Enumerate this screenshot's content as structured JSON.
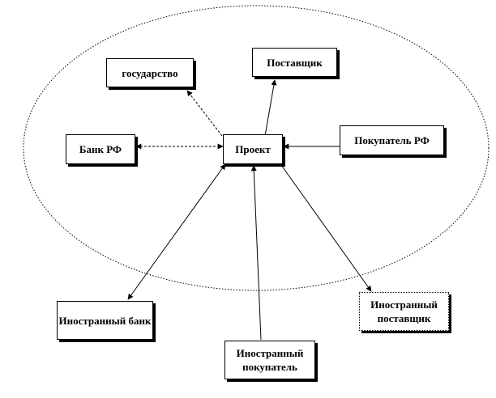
{
  "diagram": {
    "nodes": {
      "state": "государство",
      "supplier": "Поставщик",
      "bank_rf": "Банк РФ",
      "project": "Проект",
      "buyer_rf": "Покупатель РФ",
      "foreign_bank": "Иностранный банк",
      "foreign_supplier": "Иностранный поставщик",
      "foreign_buyer": "Иностранный покупатель"
    }
  }
}
